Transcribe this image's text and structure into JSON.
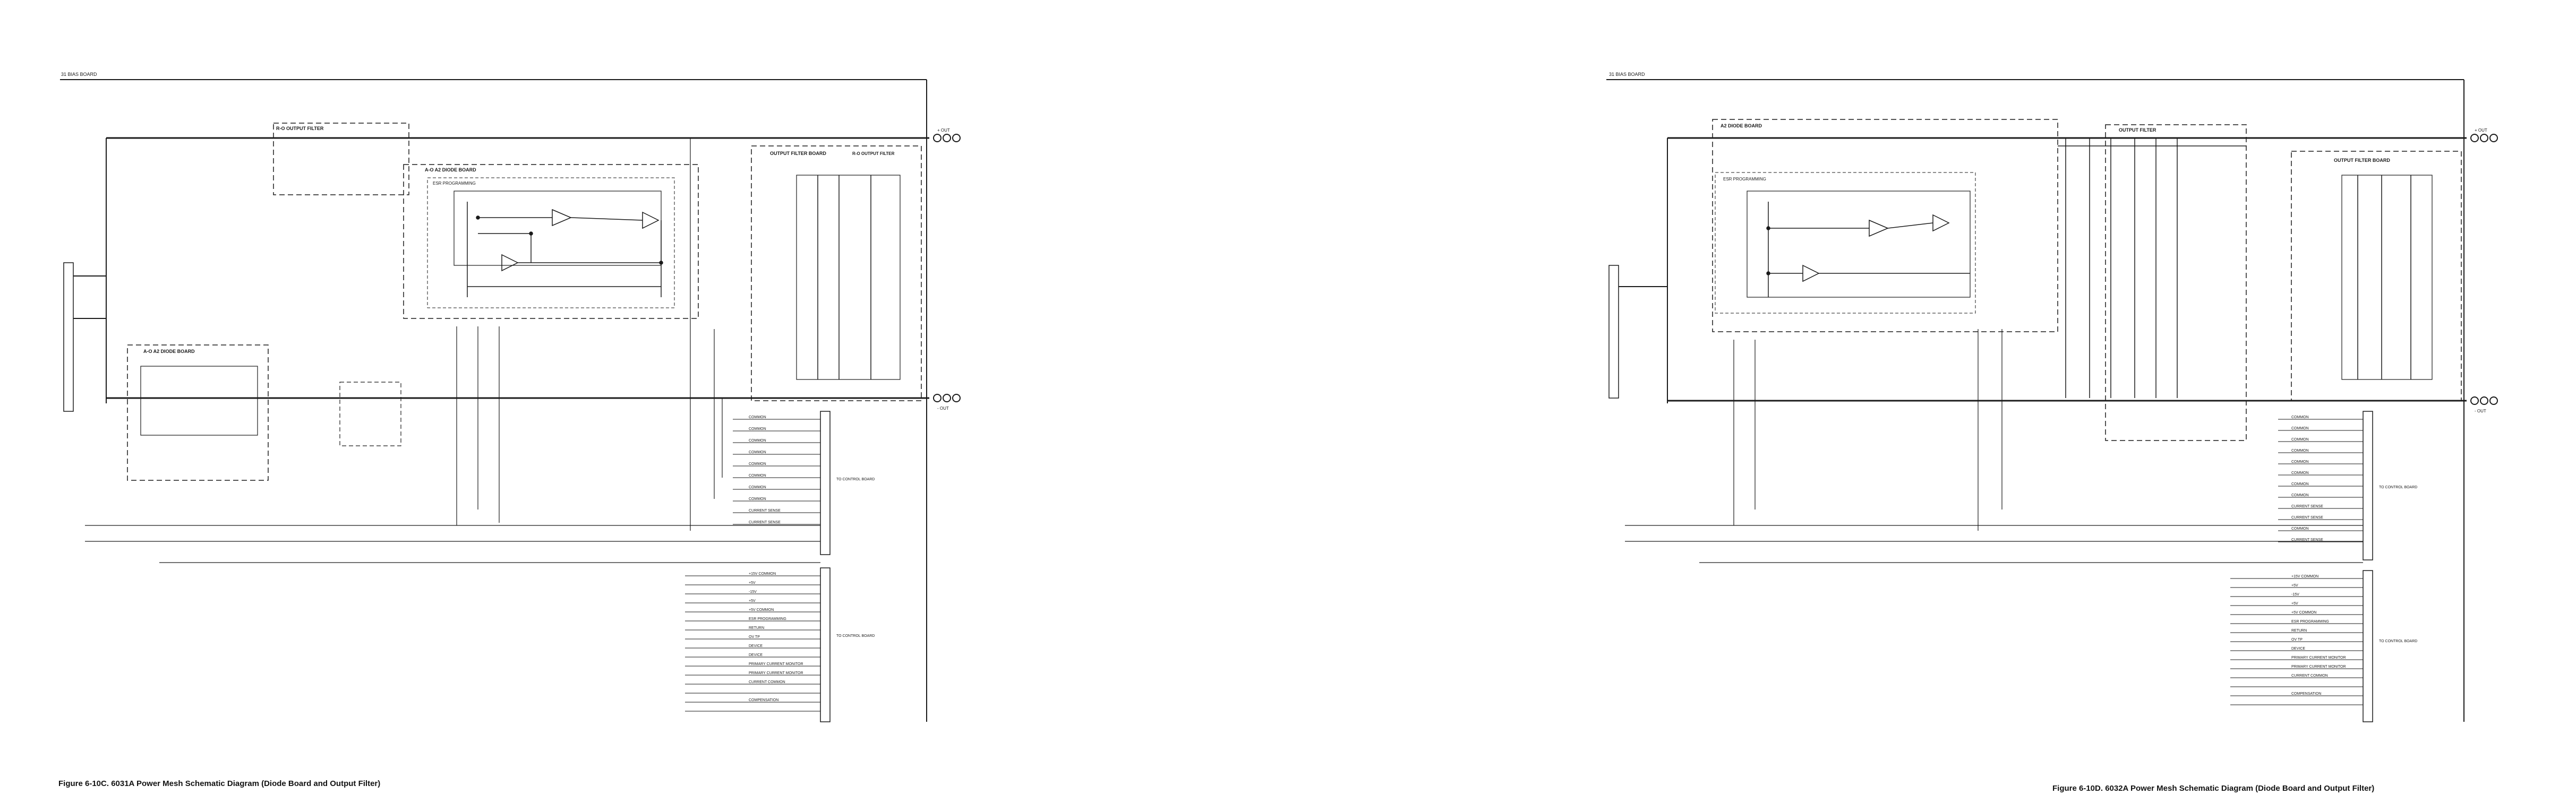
{
  "figures": [
    {
      "caption": "Figure 6-10C. 6031A Power Mesh Schematic Diagram (Diode Board and Output Filter)",
      "labels": {
        "from_board": "31 BIAS BOARD",
        "output_filter": "R-O OUTPUT FILTER",
        "diode_board_upper": "A-O A2 DIODE BOARD",
        "diode_board_lower": "A-O A2 DIODE BOARD",
        "esr_programming": "ESR PROGRAMMING",
        "output_filter_board": "OUTPUT FILTER BOARD",
        "output_filter_right": "R-O OUTPUT FILTER",
        "control_board": "TO CONTROL BOARD",
        "ov_board": "TO CONTROL BOARD"
      },
      "outputs": {
        "pos": "+ OUT",
        "neg": "- OUT"
      },
      "connector_rows_upper": [
        "COMMON",
        "COMMON",
        "COMMON",
        "COMMON",
        "COMMON",
        "COMMON",
        "COMMON",
        "COMMON",
        "CURRENT SENSE",
        "CURRENT SENSE"
      ],
      "connector_rows_lower": [
        "+15V COMMON",
        "+5V",
        "-15V",
        "+5V",
        "+5V COMMON",
        "ESR PROGRAMMING",
        "RETURN",
        "OV TP",
        "DEVICE",
        "DEVICE",
        "PRIMARY CURRENT MONITOR",
        "PRIMARY CURRENT MONITOR",
        "CURRENT COMMON",
        "",
        "COMPENSATION",
        ""
      ]
    },
    {
      "caption": "Figure 6-10D. 6032A Power Mesh Schematic Diagram (Diode Board and Output Filter)",
      "labels": {
        "from_board": "31 BIAS BOARD",
        "output_filter": "OUTPUT FILTER",
        "diode_board_upper": "A2 DIODE BOARD",
        "esr_programming": "ESR PROGRAMMING",
        "output_filter_board": "OUTPUT FILTER BOARD",
        "control_board": "TO CONTROL BOARD",
        "ov_board": "TO CONTROL BOARD"
      },
      "outputs": {
        "pos": "+ OUT",
        "neg": "- OUT"
      },
      "connector_rows_upper": [
        "COMMON",
        "COMMON",
        "COMMON",
        "COMMON",
        "COMMON",
        "COMMON",
        "COMMON",
        "COMMON",
        "CURRENT SENSE",
        "CURRENT SENSE",
        "COMMON",
        "CURRENT SENSE"
      ],
      "connector_rows_lower": [
        "+15V COMMON",
        "+5V",
        "-15V",
        "+5V",
        "+5V COMMON",
        "ESR PROGRAMMING",
        "RETURN",
        "OV TP",
        "DEVICE",
        "PRIMARY CURRENT MONITOR",
        "PRIMARY CURRENT MONITOR",
        "CURRENT COMMON",
        "",
        "COMPENSATION",
        ""
      ]
    }
  ],
  "colors": {
    "ink": "#1a1a1a",
    "paper": "#ffffff"
  }
}
